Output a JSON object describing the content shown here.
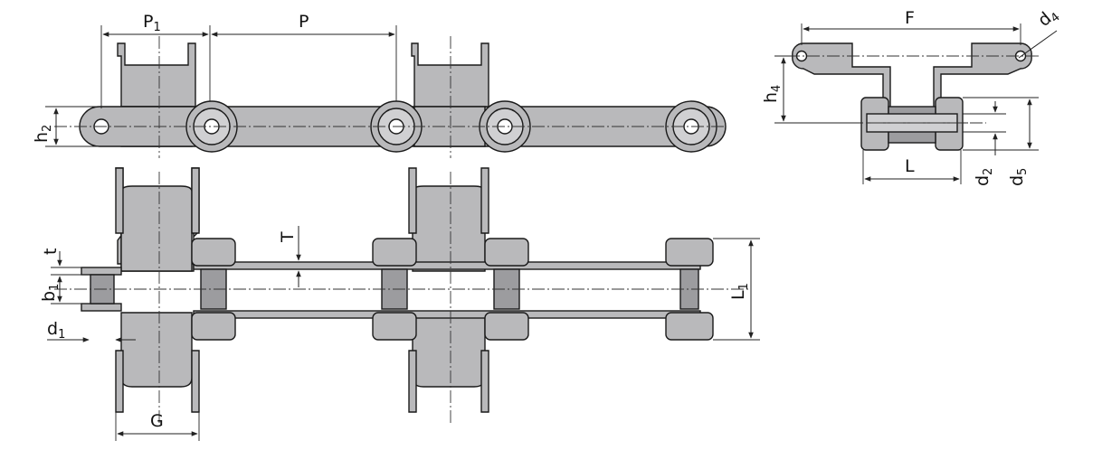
{
  "labels": {
    "p1": "P",
    "p1_sub": "1",
    "p": "P",
    "h2": "h",
    "h2_sub": "2",
    "g": "G",
    "t": "t",
    "t_upper": "T",
    "b1": "b",
    "b1_sub": "1",
    "d1": "d",
    "d1_sub": "1",
    "l1": "L",
    "l1_sub": "1",
    "f": "F",
    "d4": "d",
    "d4_sub": "4",
    "h4": "h",
    "h4_sub": "4",
    "l": "L",
    "d2": "d",
    "d2_sub": "2",
    "d5": "d",
    "d5_sub": "5"
  },
  "colors": {
    "part_fill": "#b9b9bb",
    "outline": "#1a1a1a",
    "background": "#ffffff"
  }
}
